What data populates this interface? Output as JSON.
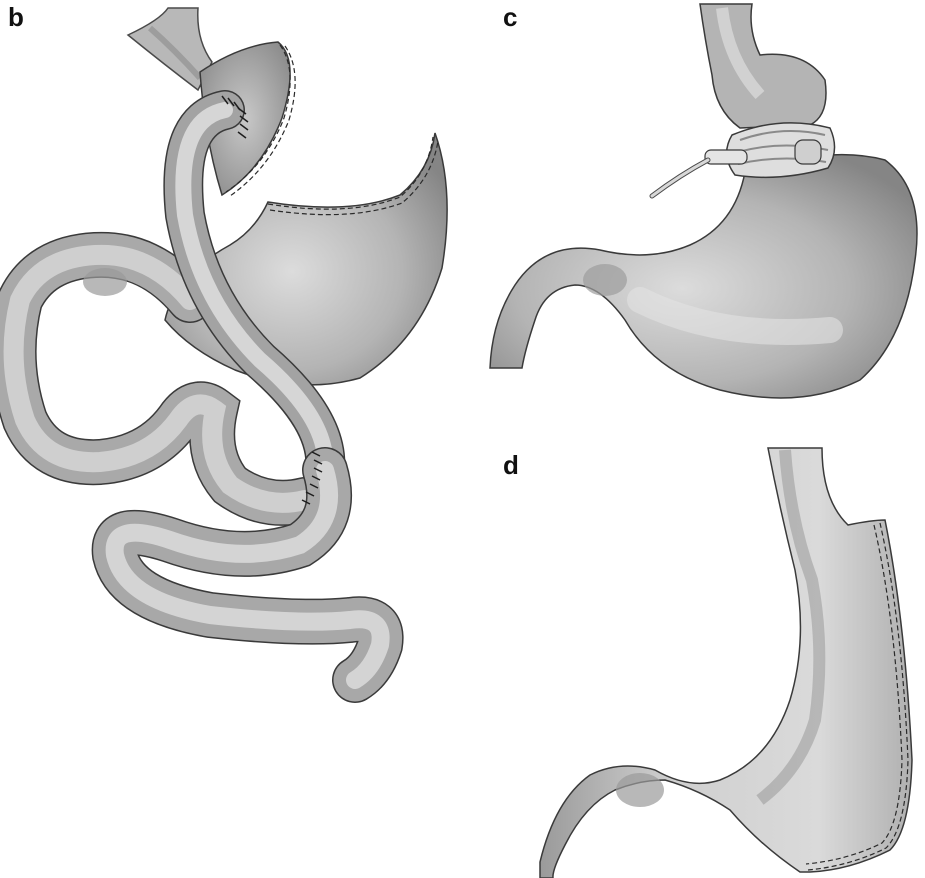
{
  "panels": [
    {
      "letter": "b"
    },
    {
      "letter": "c"
    },
    {
      "letter": "d"
    }
  ],
  "colors": {
    "tissue_dark": "#7a7a7a",
    "tissue_mid": "#a8a8a8",
    "tissue_light": "#d2d2d2",
    "tissue_highlight": "#e6e6e6",
    "outline": "#3a3a3a",
    "staple_line": "#2a2a2a",
    "band": "#dedede"
  }
}
